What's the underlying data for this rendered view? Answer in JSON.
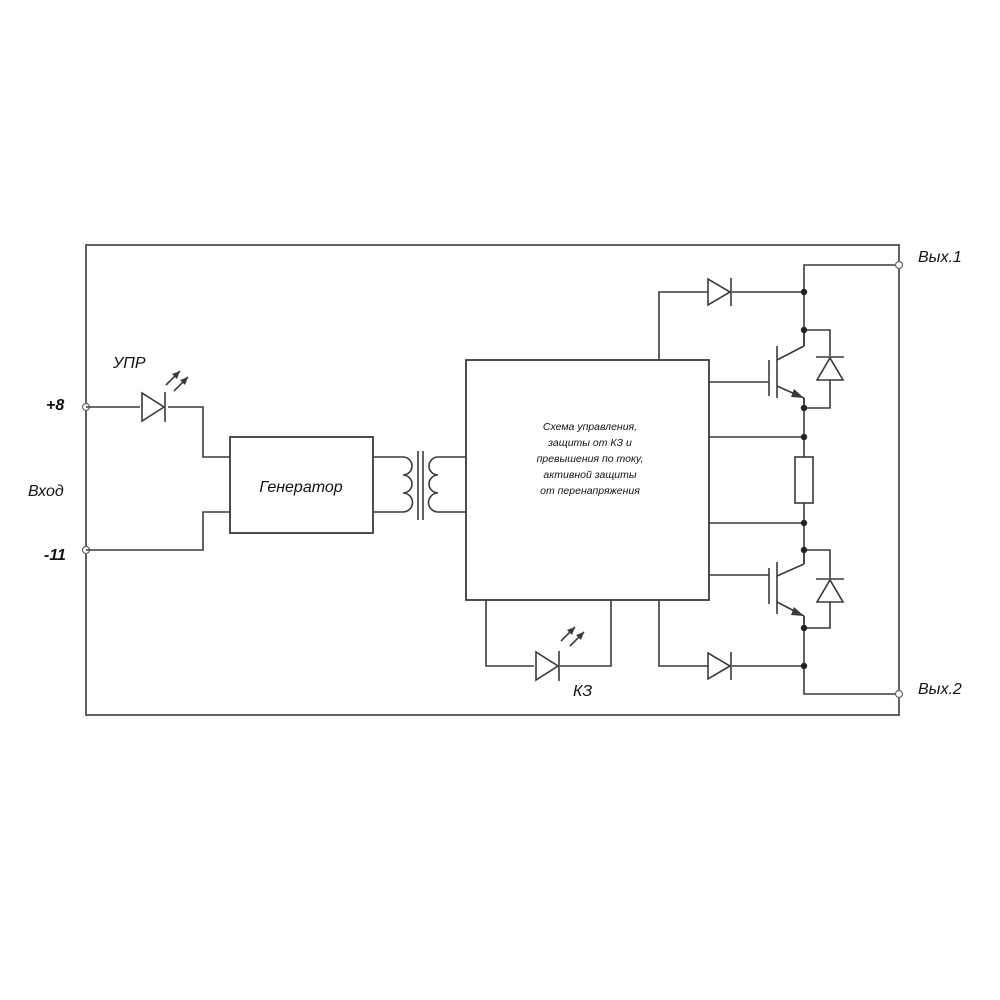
{
  "labels": {
    "upr": "УПР",
    "plus8": "+8",
    "vhod": "Вход",
    "minus11": "-11",
    "generator": "Генератор",
    "kz": "КЗ",
    "out1": "Вых.1",
    "out2": "Вых.2",
    "control_lines": [
      "Схема управления,",
      "защиты от КЗ и",
      "превышения по току,",
      "активной защиты",
      "от перенапряжения"
    ]
  }
}
